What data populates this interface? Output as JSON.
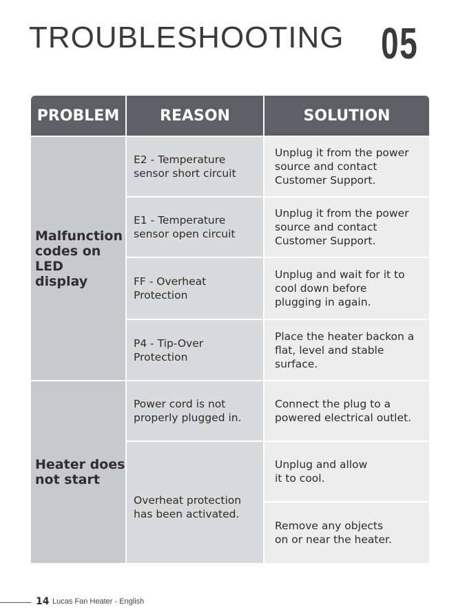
{
  "page": {
    "title": "TROUBLESHOOTING",
    "chapter": "05",
    "page_number": "14",
    "footer": "Lucas Fan Heater - English"
  },
  "table": {
    "headers": {
      "problem": "PROBLEM",
      "reason": "REASON",
      "solution": "SOLUTION"
    },
    "problems": [
      "Malfunction\ncodes on LED\ndisplay",
      "Heater does\nnot start"
    ],
    "reasons": [
      "E2 - Temperature\nsensor short circuit",
      "E1 - Temperature\nsensor open circuit",
      "FF - Overheat\nProtection",
      "P4 - Tip-Over\nProtection",
      "Power cord is not\nproperly plugged in.",
      "Overheat protection\nhas been activated."
    ],
    "solutions": [
      "Unplug it from the power\nsource and contact\nCustomer Support.",
      "Unplug it from the power\nsource and contact\nCustomer Support.",
      "Unplug and wait for it to\ncool down before\nplugging in again.",
      "Place the heater backon a\nflat, level and stable\nsurface.",
      "Connect the plug to a\npowered electrical outlet.",
      "Unplug and allow\nit to cool.",
      "Remove any objects\non or near the heater."
    ]
  }
}
